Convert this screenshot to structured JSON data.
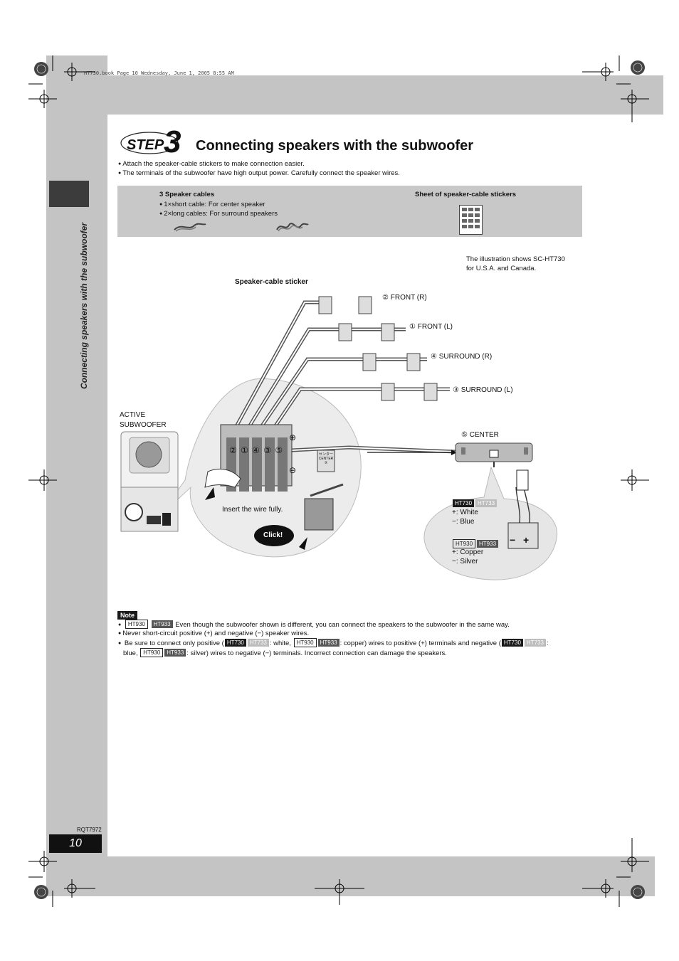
{
  "file_header": "HT730.book  Page 10  Wednesday, June 1, 2005  8:55 AM",
  "side_title": "Connecting speakers with the subwoofer",
  "step": {
    "word": "STEP",
    "number": "3"
  },
  "title": "Connecting speakers with the subwoofer",
  "intro": [
    "Attach the speaker-cable stickers to make connection easier.",
    "The terminals of the subwoofer have high output power. Carefully connect the speaker wires."
  ],
  "accessories": {
    "cables_title": "3 Speaker cables",
    "cables_lines": [
      "1×short cable: For center speaker",
      "2×long cables: For surround speakers"
    ],
    "stickers_title": "Sheet of speaker-cable stickers"
  },
  "illustration_note": [
    "The illustration shows SC-HT730",
    "for U.S.A. and Canada."
  ],
  "diagram": {
    "sticker_label": "Speaker-cable sticker",
    "front_r": "② FRONT (R)",
    "front_l": "① FRONT (L)",
    "surround_r": "④ SURROUND (R)",
    "surround_l": "③ SURROUND (L)",
    "center": "⑤ CENTER",
    "subwoofer": [
      "ACTIVE",
      "SUBWOOFER"
    ],
    "terminal_numbers": "② ① ④ ③ ⑤",
    "plus": "⊕",
    "minus": "⊖",
    "insert": "Insert the wire fully.",
    "click": "Click!",
    "center_sticker": [
      "センター",
      "CENTER",
      "⑤"
    ],
    "colors_a_models": [
      "HT730",
      "HT733"
    ],
    "colors_a": [
      "+: White",
      "−: Blue"
    ],
    "colors_b_models": [
      "HT930",
      "HT933"
    ],
    "colors_b": [
      "+: Copper",
      "−: Silver"
    ],
    "terminal_minus": "−",
    "terminal_plus": "+"
  },
  "note": {
    "badge": "Note",
    "line1_models": [
      "HT930",
      "HT933"
    ],
    "line1": "Even though the subwoofer shown is different, you can connect the speakers to the subwoofer in the same way.",
    "line2": "Never short-circuit positive (+) and negative (−) speaker wires.",
    "line3_a": "Be sure to connect only positive (",
    "line3_b": ": white,",
    "line3_c": ": copper) wires to positive (+) terminals and negative (",
    "line3_d": ":",
    "line3_e": "blue,",
    "line3_f": ": silver) wires to negative (−) terminals. Incorrect connection can damage the speakers.",
    "models_a": [
      "HT730",
      "HT733"
    ],
    "models_b": [
      "HT930",
      "HT933"
    ]
  },
  "model_code": "RQT7972",
  "page_number": "10"
}
